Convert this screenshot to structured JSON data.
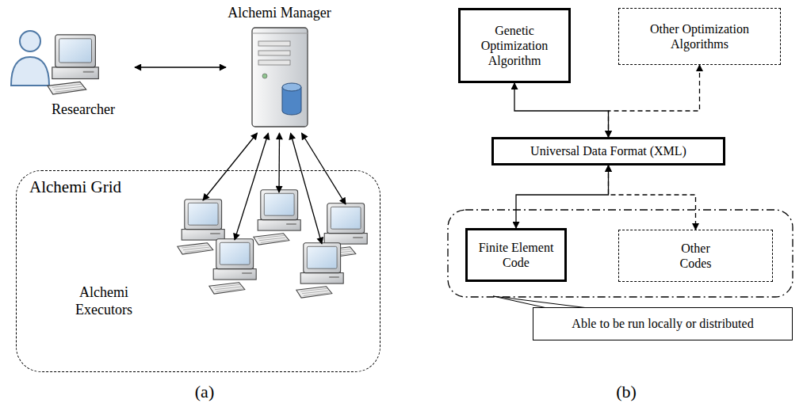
{
  "diagram": {
    "nodes": [
      {
        "text": [
          "Researcher"
        ]
      },
      {
        "text": [
          "Alchemi Manager"
        ]
      },
      {
        "text": [
          "Alchemi Grid"
        ]
      },
      {
        "text": [
          "Alchemi Executors"
        ],
        "in": 2
      },
      {
        "text": [
          "Genetic Optimization Algorithm"
        ]
      },
      {
        "text": [
          "Other Optimization Algorithms"
        ]
      },
      {
        "text": [
          "Universal Data Format (XML)"
        ]
      },
      {
        "text": [
          "Finite Element Code"
        ]
      },
      {
        "text": [
          "Other Codes"
        ]
      },
      {
        "text": [
          "Able to be run locally or distributed"
        ]
      }
    ],
    "edges": [
      {
        "from": 0,
        "to": 1,
        "arrow": "both"
      },
      {
        "from": 1,
        "to": 3,
        "arrow": "both"
      },
      {
        "from": 1,
        "to": 3,
        "arrow": "both"
      },
      {
        "from": 1,
        "to": 3,
        "arrow": "both"
      },
      {
        "from": 1,
        "to": 3,
        "arrow": "both"
      },
      {
        "from": 1,
        "to": 3,
        "arrow": "both"
      },
      {
        "from": 4,
        "to": 6,
        "arrow": "both"
      },
      {
        "from": 5,
        "to": 6,
        "arrow": "both"
      },
      {
        "from": 6,
        "to": 7,
        "arrow": "both"
      },
      {
        "from": 6,
        "to": 8,
        "arrow": "both"
      }
    ],
    "labels": [
      "(a)",
      "(b)"
    ]
  }
}
